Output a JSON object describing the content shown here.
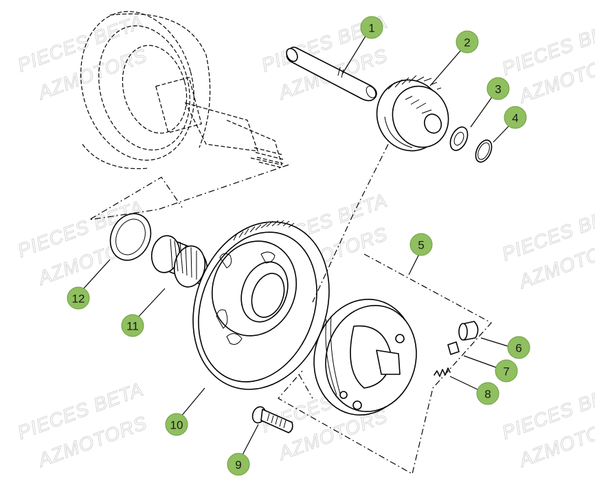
{
  "watermark": {
    "line1": "PIECES BETA",
    "line2": "AZMOTORS"
  },
  "callouts": [
    {
      "number": "1"
    },
    {
      "number": "2"
    },
    {
      "number": "3"
    },
    {
      "number": "4"
    },
    {
      "number": "5"
    },
    {
      "number": "6"
    },
    {
      "number": "7"
    },
    {
      "number": "8"
    },
    {
      "number": "9"
    },
    {
      "number": "10"
    },
    {
      "number": "11"
    },
    {
      "number": "12"
    }
  ],
  "colors": {
    "callout_fill": "#8fbf5e",
    "line": "#000000",
    "watermark": "#d6d6d6"
  }
}
